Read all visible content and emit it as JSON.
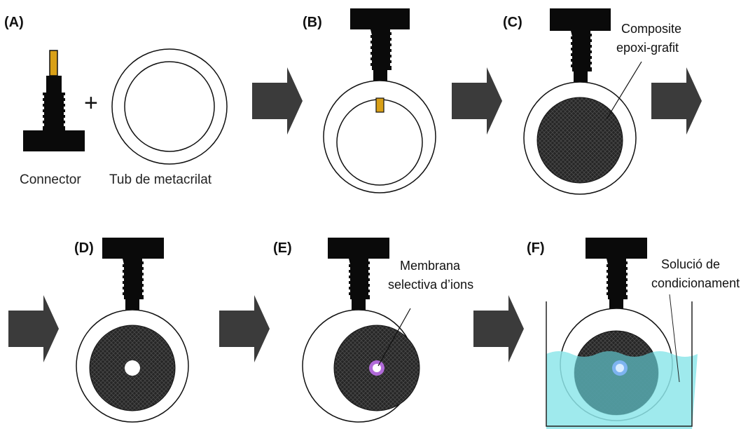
{
  "panels": {
    "a": "(A)",
    "b": "(B)",
    "c": "(C)",
    "d": "(D)",
    "e": "(E)",
    "f": "(F)"
  },
  "captions": {
    "connector": "Connector",
    "tube": "Tub de metacrilat",
    "plus": "+"
  },
  "callouts": {
    "composite_line1": "Composite",
    "composite_line2": "epoxi-grafit",
    "membrane_line1": "Membrana",
    "membrane_line2": "selectiva d’ions",
    "solution_line1": "Solució de",
    "solution_line2": "condicionament"
  },
  "colors": {
    "connector": "#0a0a0a",
    "gold_pin": "#d9a017",
    "composite": "#262626",
    "arrow": "#3b3b3b",
    "membrane": "#b06ad8",
    "solution": "#8ee6ea",
    "solution_membrane": "#7db3f0"
  }
}
